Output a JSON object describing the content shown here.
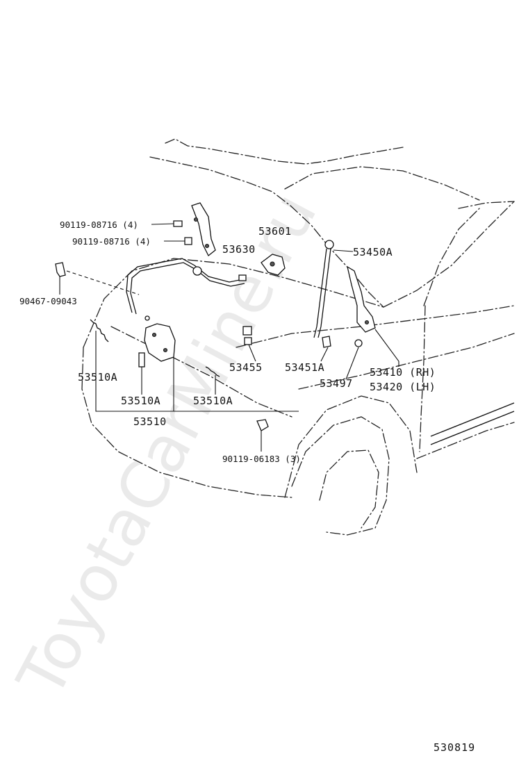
{
  "watermark": "ToyotaCarMine.ru",
  "diagram_code": "530819",
  "labels": {
    "bolt_upper": "90119-08716 (4)",
    "bolt_lower": "90119-08716 (4)",
    "clip_left": "90467-09043",
    "cable": "53630",
    "release_lever": "53601",
    "support_rod": "53450A",
    "grommet_clamp": "53455",
    "rod_holder": "53451A",
    "cushion": "53497",
    "hinge_rh": "53410 (RH)",
    "hinge_lh": "53420 (LH)",
    "lock_spring_left": "53510A",
    "lock_striker": "53510A",
    "lock_spring_right": "53510A",
    "lock_assembly": "53510",
    "bolt_bottom": "90119-06183 (3)"
  }
}
